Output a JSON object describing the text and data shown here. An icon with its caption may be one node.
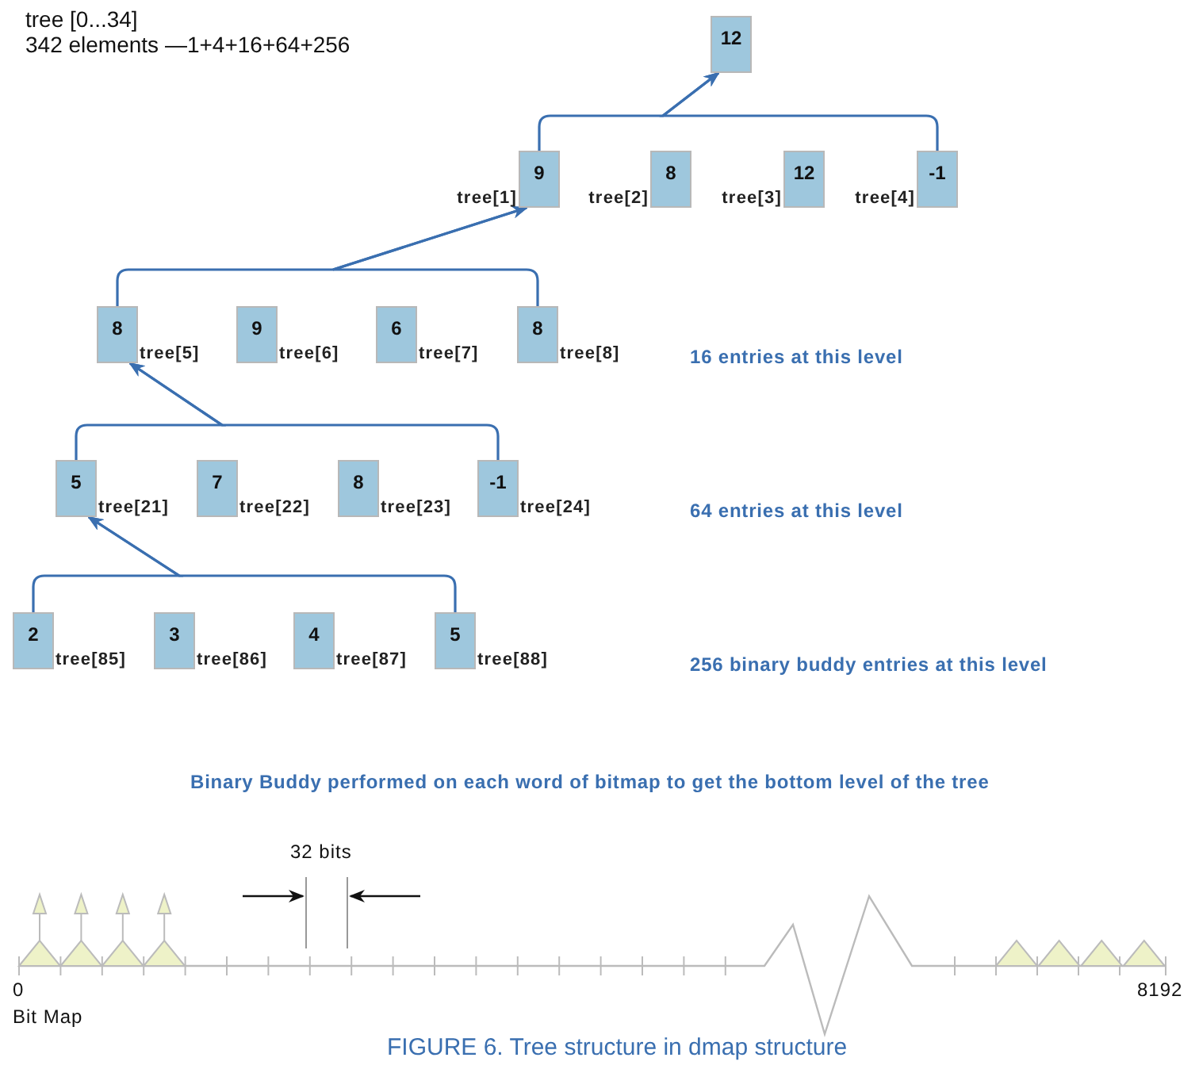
{
  "diagram": {
    "caption": "FIGURE 6. Tree structure in dmap structure",
    "nodes": [
      {
        "text": [
          "12"
        ]
      },
      {
        "text": [
          "9"
        ],
        "beside": [
          "tree[1]"
        ]
      },
      {
        "text": [
          "8"
        ],
        "beside": [
          "tree[2]"
        ]
      },
      {
        "text": [
          "12"
        ],
        "beside": [
          "tree[3]"
        ]
      },
      {
        "text": [
          "-1"
        ],
        "beside": [
          "tree[4]"
        ]
      },
      {
        "text": [
          "8"
        ],
        "beside": [
          "tree[5]"
        ]
      },
      {
        "text": [
          "9"
        ],
        "beside": [
          "tree[6]"
        ]
      },
      {
        "text": [
          "6"
        ],
        "beside": [
          "tree[7]"
        ]
      },
      {
        "text": [
          "8"
        ],
        "beside": [
          "tree[8]"
        ]
      },
      {
        "text": [
          "5"
        ],
        "beside": [
          "tree[21]"
        ]
      },
      {
        "text": [
          "7"
        ],
        "beside": [
          "tree[22]"
        ]
      },
      {
        "text": [
          "8"
        ],
        "beside": [
          "tree[23]"
        ]
      },
      {
        "text": [
          "-1"
        ],
        "beside": [
          "tree[24]"
        ]
      },
      {
        "text": [
          "2"
        ],
        "beside": [
          "tree[85]"
        ]
      },
      {
        "text": [
          "3"
        ],
        "beside": [
          "tree[86]"
        ]
      },
      {
        "text": [
          "4"
        ],
        "beside": [
          "tree[87]"
        ]
      },
      {
        "text": [
          "5"
        ],
        "beside": [
          "tree[88]"
        ]
      }
    ],
    "edges": [
      {
        "from": 1,
        "to": 0,
        "arrow": "to"
      },
      {
        "from": 4,
        "to": 0,
        "arrow": "to"
      },
      {
        "from": 5,
        "to": 1,
        "arrow": "to"
      },
      {
        "from": 8,
        "to": 1,
        "arrow": "to"
      },
      {
        "from": 9,
        "to": 5,
        "arrow": "to"
      },
      {
        "from": 12,
        "to": 5,
        "arrow": "to"
      },
      {
        "from": 13,
        "to": 9,
        "arrow": "to"
      },
      {
        "from": 16,
        "to": 9,
        "arrow": "to"
      }
    ],
    "labels": [
      "tree [0...34]",
      "342 elements —1+4+16+64+256",
      "16 entries at this level",
      "64 entries at this level",
      "256 binary buddy entries at this level",
      "Binary Buddy performed on each word of bitmap to get the bottom level of the tree",
      "32 bits",
      "0",
      "8192",
      "Bit Map"
    ]
  }
}
